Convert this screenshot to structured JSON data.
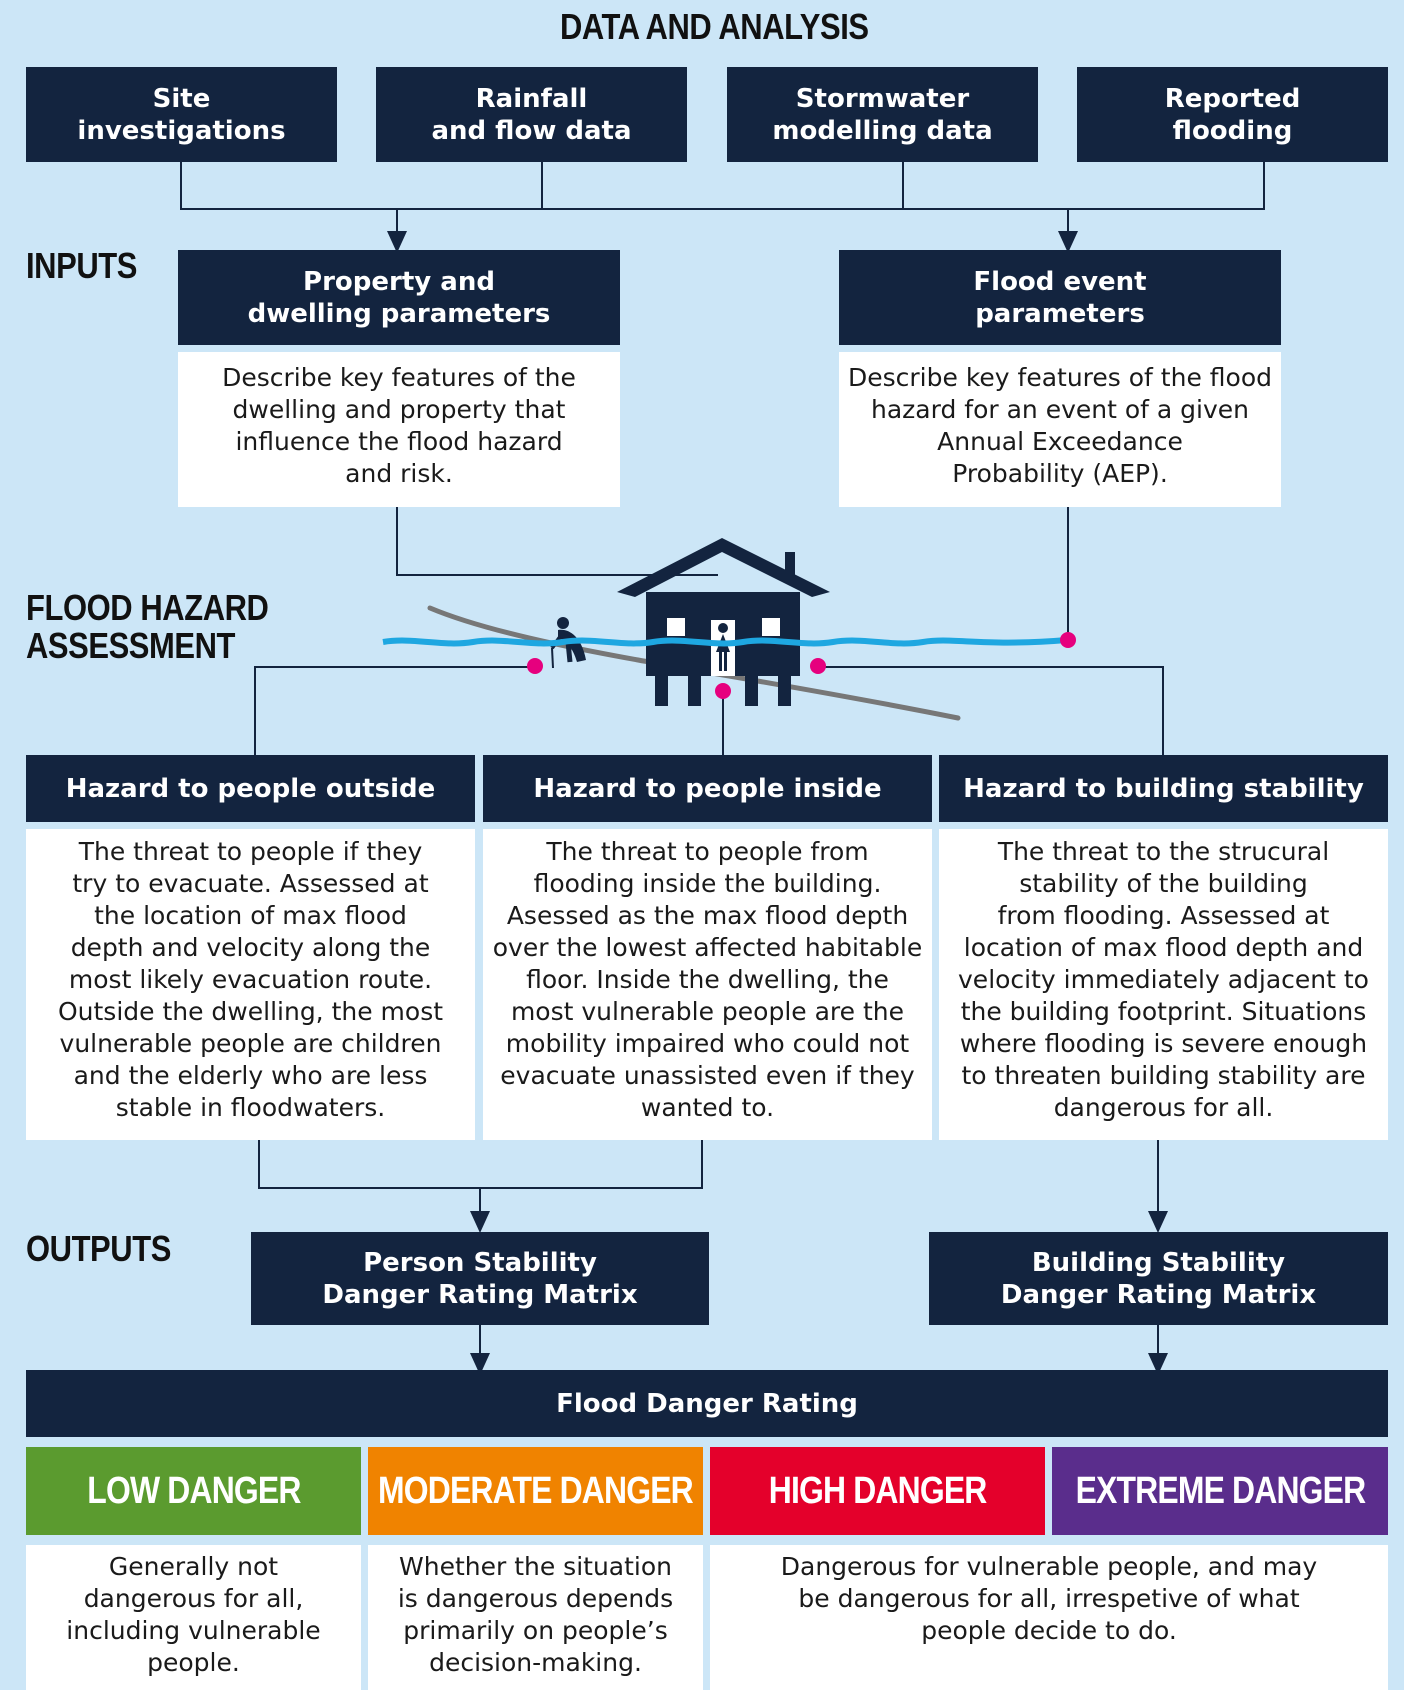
{
  "title": "DATA AND ANALYSIS",
  "data_sources": [
    "Site\ninvestigations",
    "Rainfall\nand flow data",
    "Stormwater\nmodelling data",
    "Reported\nflooding"
  ],
  "sections": {
    "inputs": "INPUTS",
    "assessment": "FLOOD HAZARD\nASSESSMENT",
    "outputs": "OUTPUTS"
  },
  "inputs": [
    {
      "title": "Property and\ndwelling parameters",
      "desc": "Describe key features of the\ndwelling and property that\ninfluence the flood hazard\nand risk."
    },
    {
      "title": "Flood event\nparameters",
      "desc": "Describe key features of the flood\nhazard for an event of a given\nAnnual Exceedance\nProbability (AEP)."
    }
  ],
  "hazards": [
    {
      "title": "Hazard to people outside",
      "desc": "The threat to people if they\ntry to evacuate. Assessed at\nthe location of max flood\ndepth and velocity along the\nmost likely evacuation route.\nOutside the dwelling, the most\nvulnerable people are children\nand the elderly who are less\nstable in floodwaters."
    },
    {
      "title": "Hazard to people inside",
      "desc": "The threat to people from\nflooding inside the building.\nAsessed as the max flood depth\nover the lowest affected habitable\nfloor. Inside the dwelling, the\nmost vulnerable people are the\nmobility impaired who could not\nevacuate unassisted even if they\nwanted to."
    },
    {
      "title": "Hazard to building stability",
      "desc": "The threat to the strucural\nstability of the building\nfrom flooding. Assessed at\nlocation of max flood depth and\nvelocity immediately adjacent to\nthe building footprint. Situations\nwhere flooding is severe enough\nto threaten building stability are\ndangerous for all."
    }
  ],
  "outputs": [
    "Person Stability\nDanger Rating Matrix",
    "Building Stability\nDanger Rating Matrix"
  ],
  "rating_title": "Flood Danger Rating",
  "ratings": [
    {
      "label": "LOW DANGER",
      "color": "#5b9b2f"
    },
    {
      "label": "MODERATE DANGER",
      "color": "#f08300"
    },
    {
      "label": "HIGH DANGER",
      "color": "#e4002b"
    },
    {
      "label": "EXTREME DANGER",
      "color": "#5a2d8c"
    }
  ],
  "rating_descs": [
    "Generally not\ndangerous for all,\nincluding vulnerable\npeople.",
    "Whether the situation\nis dangerous depends\nprimarily on people’s\ndecision-making.",
    "Dangerous for vulnerable people, and may\nbe dangerous for all, irrespetive of what\npeople decide to do."
  ],
  "colors": {
    "navy": "#13243f",
    "background": "#cce6f7",
    "water": "#1ea7e1",
    "marker": "#e6007e",
    "ground": "#777777"
  }
}
